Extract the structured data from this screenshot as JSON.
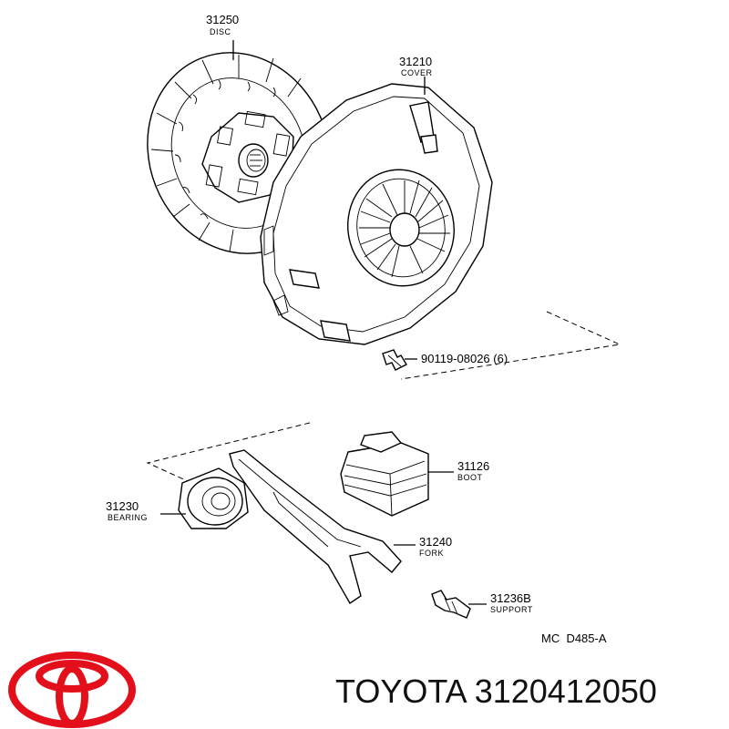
{
  "parts": {
    "disc": {
      "number": "31250",
      "name": "DISC"
    },
    "cover": {
      "number": "31210",
      "name": "COVER"
    },
    "bolt": {
      "label": "90119-08026 (6)"
    },
    "boot": {
      "number": "31126",
      "name": "BOOT"
    },
    "bearing": {
      "number": "31230",
      "name": "BEARING"
    },
    "fork": {
      "number": "31240",
      "name": "FORK"
    },
    "support": {
      "number": "31236B",
      "name": "SUPPORT"
    }
  },
  "diagram_code": "MC  D485-A",
  "branding": {
    "logo": "toyota-logo",
    "logo_color": "#e3101c",
    "text": "TOYOTA 3120412050"
  }
}
